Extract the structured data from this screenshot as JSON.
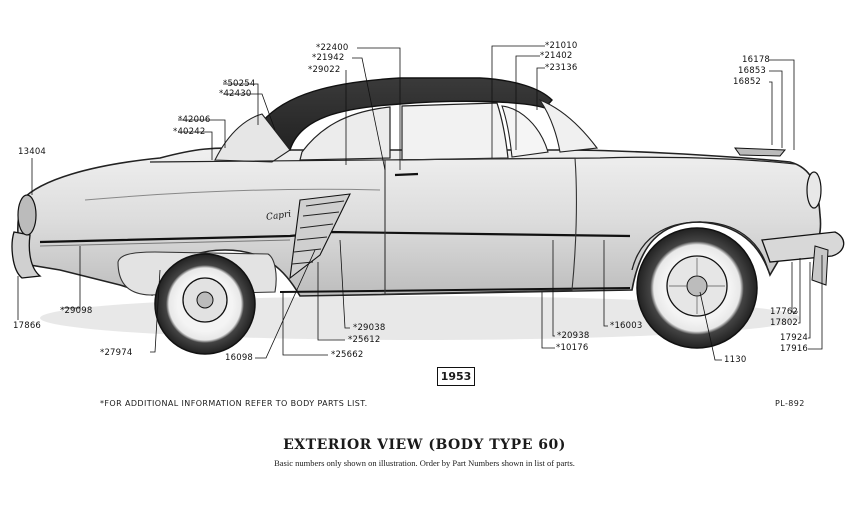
{
  "diagram": {
    "year": "1953",
    "note": "*FOR ADDITIONAL INFORMATION REFER TO BODY PARTS LIST.",
    "plate": "PL-892",
    "title": "EXTERIOR VIEW (BODY TYPE 60)",
    "subtitle": "Basic numbers only shown on illustration.  Order by Part Numbers shown in list of parts.",
    "badge_script": "Capri",
    "labels": {
      "n22400": "*22400",
      "n21942": "*21942",
      "n29022": "*29022",
      "n21010": "*21010",
      "n21402": "*21402",
      "n23136": "*23136",
      "n50254": "*50254",
      "n42430": "*42430",
      "n42006": "*42006",
      "n40242": "*40242",
      "n13404": "13404",
      "n16178": "16178",
      "n16853": "16853",
      "n16852": "16852",
      "n17866": "17866",
      "n29098": "*29098",
      "n27974": "*27974",
      "n16098": "16098",
      "n29038": "*29038",
      "n25612": "*25612",
      "n25662": "*25662",
      "n20938": "*20938",
      "n10176": "*10176",
      "n16003": "*16003",
      "n1130": "1130",
      "n17762": "17762",
      "n17802": "17802",
      "n17924": "17924",
      "n17916": "17916"
    }
  }
}
